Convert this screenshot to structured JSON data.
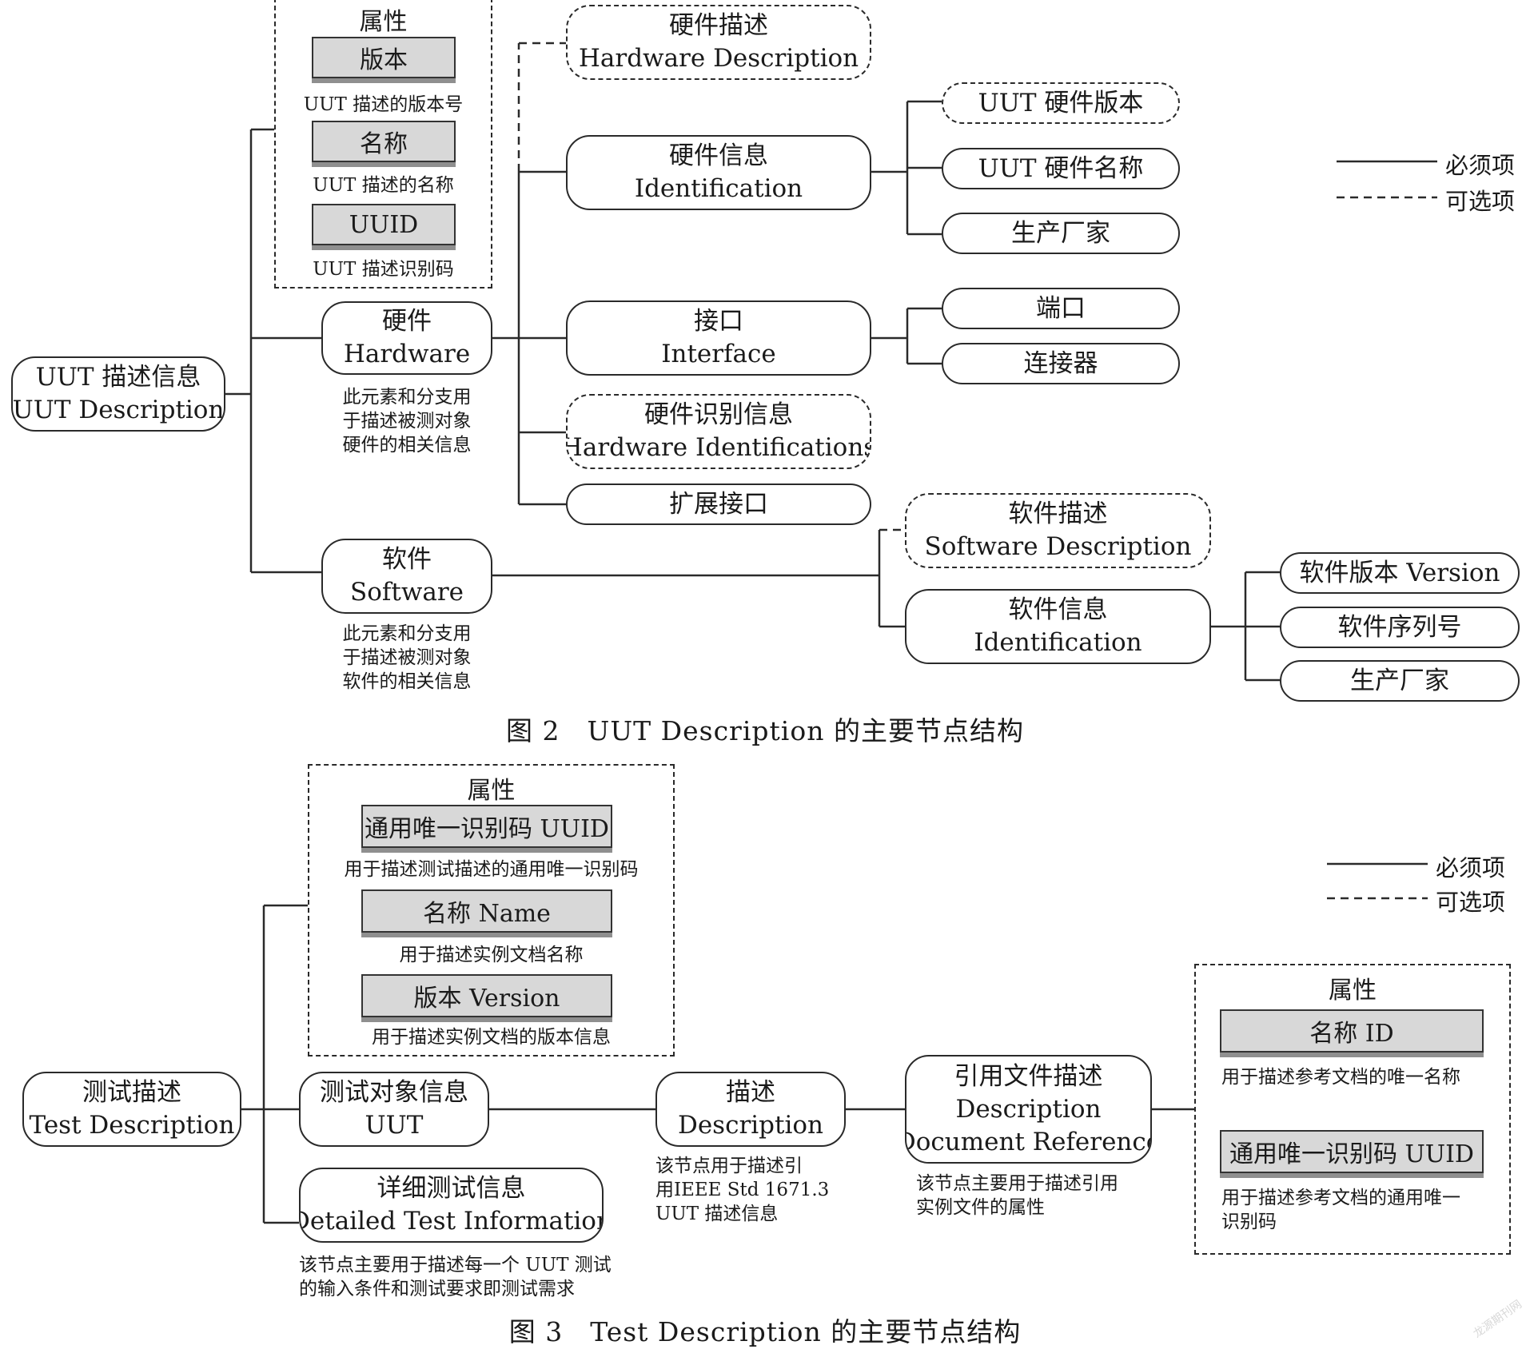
{
  "legend": {
    "required": "必须项",
    "optional": "可选项"
  },
  "fig2": {
    "caption": "图 2　UUT Description 的主要节点结构",
    "root": [
      "UUT 描述信息",
      "UUT Description"
    ],
    "attributes": {
      "title": "属性",
      "items": [
        {
          "label": "版本",
          "desc": "UUT 描述的版本号"
        },
        {
          "label": "名称",
          "desc": "UUT 描述的名称"
        },
        {
          "label": "UUID",
          "desc": "UUT 描述识别码"
        }
      ]
    },
    "hardware": {
      "name": [
        "硬件",
        "Hardware"
      ],
      "note": [
        "此元素和分支用",
        "于描述被测对象",
        "硬件的相关信息"
      ],
      "description": [
        "硬件描述",
        "Hardware Description"
      ],
      "identification": [
        "硬件信息",
        "Identification"
      ],
      "ident_children": [
        "UUT 硬件版本",
        "UUT 硬件名称",
        "生产厂家"
      ],
      "interface": [
        "接口",
        "Interface"
      ],
      "interface_children": [
        "端口",
        "连接器"
      ],
      "identifications": [
        "硬件识别信息",
        "Hardware Identifications"
      ],
      "extension": "扩展接口"
    },
    "software": {
      "name": [
        "软件",
        "Software"
      ],
      "note": [
        "此元素和分支用",
        "于描述被测对象",
        "软件的相关信息"
      ],
      "description": [
        "软件描述",
        "Software Description"
      ],
      "identification": [
        "软件信息",
        "Identification"
      ],
      "ident_children": [
        "软件版本 Version",
        "软件序列号",
        "生产厂家"
      ]
    }
  },
  "fig3": {
    "caption": "图 3　Test Description 的主要节点结构",
    "root": [
      "测试描述",
      "Test Description"
    ],
    "attributes": {
      "title": "属性",
      "items": [
        {
          "label": "通用唯一识别码 UUID",
          "desc": "用于描述测试描述的通用唯一识别码"
        },
        {
          "label": "名称 Name",
          "desc": "用于描述实例文档名称"
        },
        {
          "label": "版本 Version",
          "desc": "用于描述实例文档的版本信息"
        }
      ]
    },
    "uut": {
      "name": [
        "测试对象信息",
        "UUT"
      ]
    },
    "detailed": {
      "name": [
        "详细测试信息",
        "Detailed Test Information"
      ],
      "note": [
        "该节点主要用于描述每一个 UUT 测试",
        "的输入条件和测试要求即测试需求"
      ]
    },
    "description": {
      "name": [
        "描述",
        "Description"
      ],
      "note": [
        "该节点用于描述引",
        "用IEEE Std 1671.3",
        "UUT 描述信息"
      ]
    },
    "docref": {
      "name": [
        "引用文件描述",
        "Description",
        "Document Reference"
      ],
      "note": [
        "该节点主要用于描述引用",
        "实例文件的属性"
      ]
    },
    "ref_attributes": {
      "title": "属性",
      "items": [
        {
          "label": "名称 ID",
          "desc": [
            "用于描述参考文档的唯一名称"
          ]
        },
        {
          "label": "通用唯一识别码 UUID",
          "desc": [
            "用于描述参考文档的通用唯一",
            "识别码"
          ]
        }
      ]
    }
  },
  "watermark": "龙源期刊网"
}
